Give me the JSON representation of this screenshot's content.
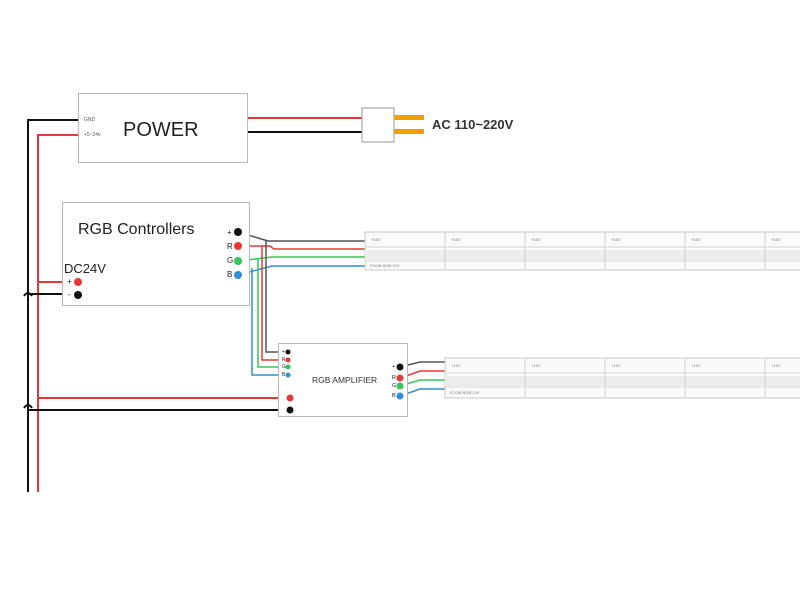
{
  "power": {
    "title": "POWER",
    "gnd_label": "GND",
    "vin_label": "+5~24v"
  },
  "ac_label": "AC 110~220V",
  "controller": {
    "title": "RGB Controllers",
    "dc_label": "DC24V",
    "in_plus": "+",
    "in_minus": "-",
    "out_labels": [
      "+",
      "R",
      "G",
      "B"
    ]
  },
  "amplifier": {
    "title": "RGB AMPLIFIER",
    "in_labels": [
      "+",
      "R",
      "G",
      "B"
    ],
    "out_labels": [
      "+",
      "R",
      "G",
      "B"
    ]
  },
  "strip_top": {
    "segment_labels": [
      "+12V",
      "+12V",
      "+12V",
      "+12V",
      "+12V",
      "+12V"
    ],
    "model": "FCOB-RGB-12V"
  },
  "strip_bottom": {
    "segment_labels": [
      "+12V",
      "+12V",
      "+12V",
      "+12V",
      "+12V"
    ],
    "model": "FCOB-RGB-12V"
  },
  "colors": {
    "red": "#e53935",
    "black": "#111111",
    "green": "#34c759",
    "blue": "#2f8fd8",
    "orange": "#f2a000",
    "box_border": "#b8b8b8"
  }
}
